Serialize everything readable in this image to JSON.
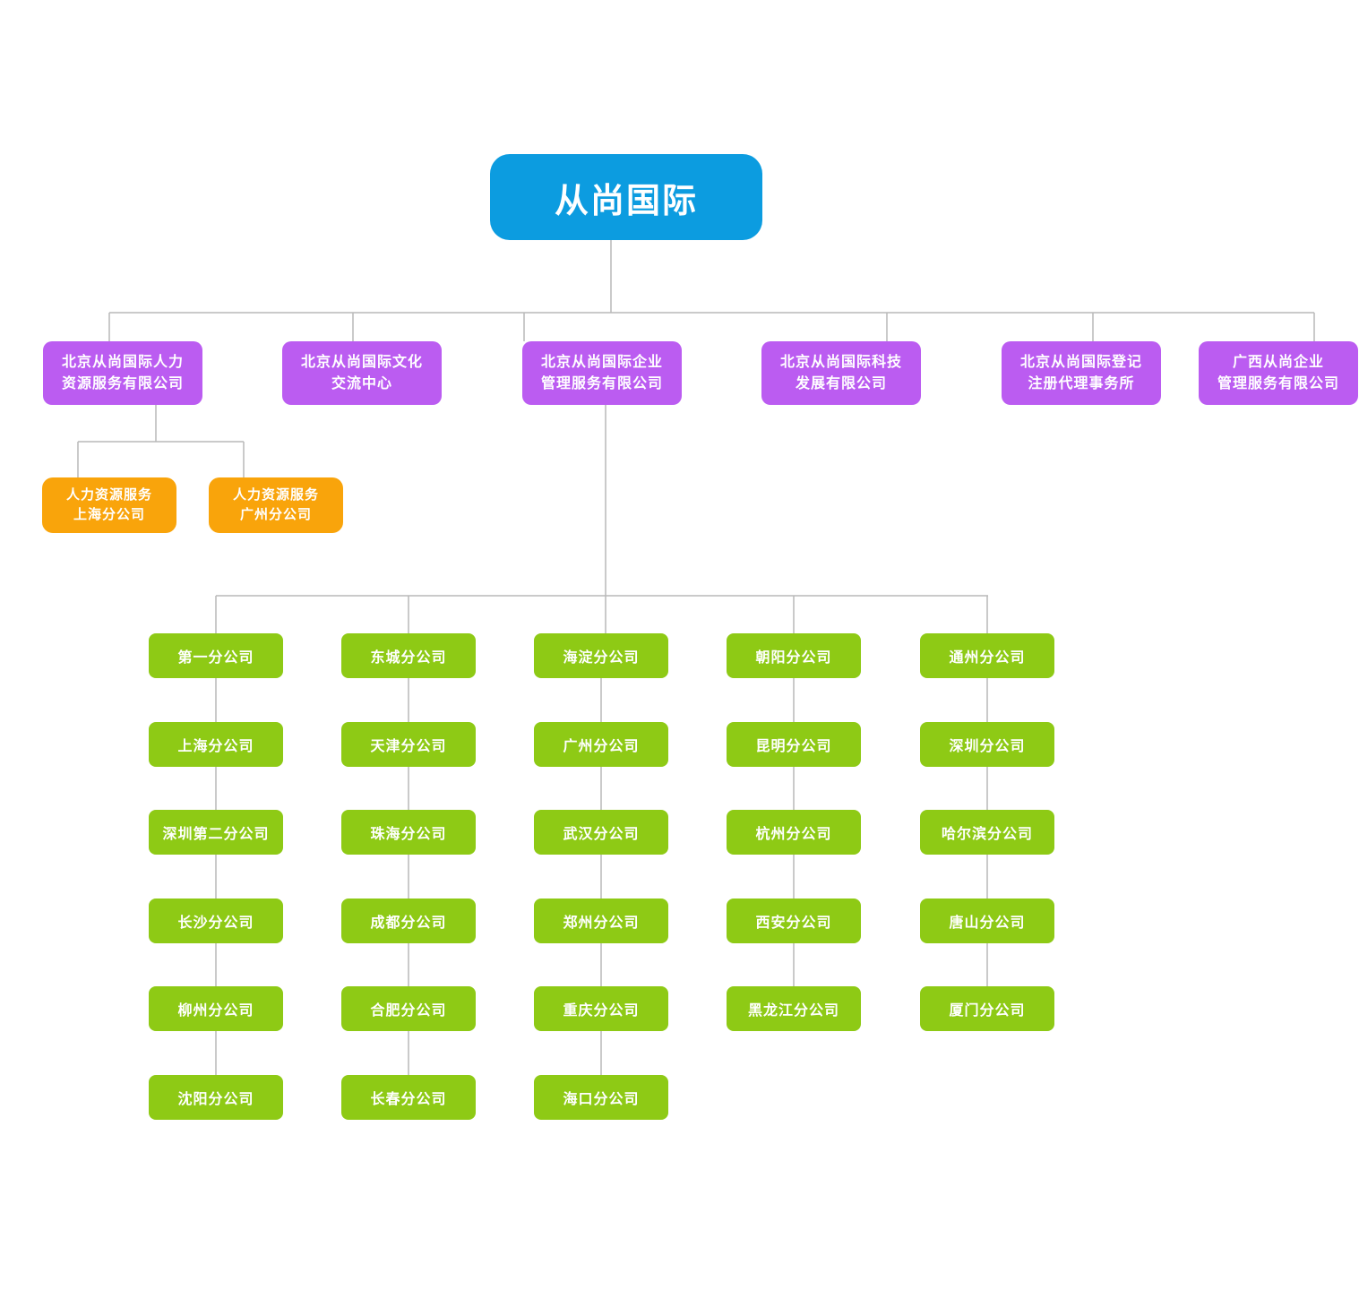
{
  "colors": {
    "root-fill": "#0c9ce0",
    "level2-fill": "#bb5cf1",
    "branch-fill": "#f9a40b",
    "sub-fill": "#8eca15",
    "line-color": "#b9b9b9",
    "text-color": "#ffffff",
    "bg": "#ffffff"
  },
  "root": {
    "label": "从尚国际"
  },
  "level2": [
    {
      "label": "北京从尚国际人力\n资源服务有限公司"
    },
    {
      "label": "北京从尚国际文化\n交流中心"
    },
    {
      "label": "北京从尚国际企业\n管理服务有限公司"
    },
    {
      "label": "北京从尚国际科技\n发展有限公司"
    },
    {
      "label": "北京从尚国际登记\n注册代理事务所"
    },
    {
      "label": "广西从尚企业\n管理服务有限公司"
    }
  ],
  "hr_branches": [
    {
      "label": "人力资源服务\n上海分公司"
    },
    {
      "label": "人力资源服务\n广州分公司"
    }
  ],
  "columns": [
    {
      "items": [
        "第一分公司",
        "上海分公司",
        "深圳第二分公司",
        "长沙分公司",
        "柳州分公司",
        "沈阳分公司"
      ]
    },
    {
      "items": [
        "东城分公司",
        "天津分公司",
        "珠海分公司",
        "成都分公司",
        "合肥分公司",
        "长春分公司"
      ]
    },
    {
      "items": [
        "海淀分公司",
        "广州分公司",
        "武汉分公司",
        "郑州分公司",
        "重庆分公司",
        "海口分公司"
      ]
    },
    {
      "items": [
        "朝阳分公司",
        "昆明分公司",
        "杭州分公司",
        "西安分公司",
        "黑龙江分公司"
      ]
    },
    {
      "items": [
        "通州分公司",
        "深圳分公司",
        "哈尔滨分公司",
        "唐山分公司",
        "厦门分公司"
      ]
    }
  ]
}
